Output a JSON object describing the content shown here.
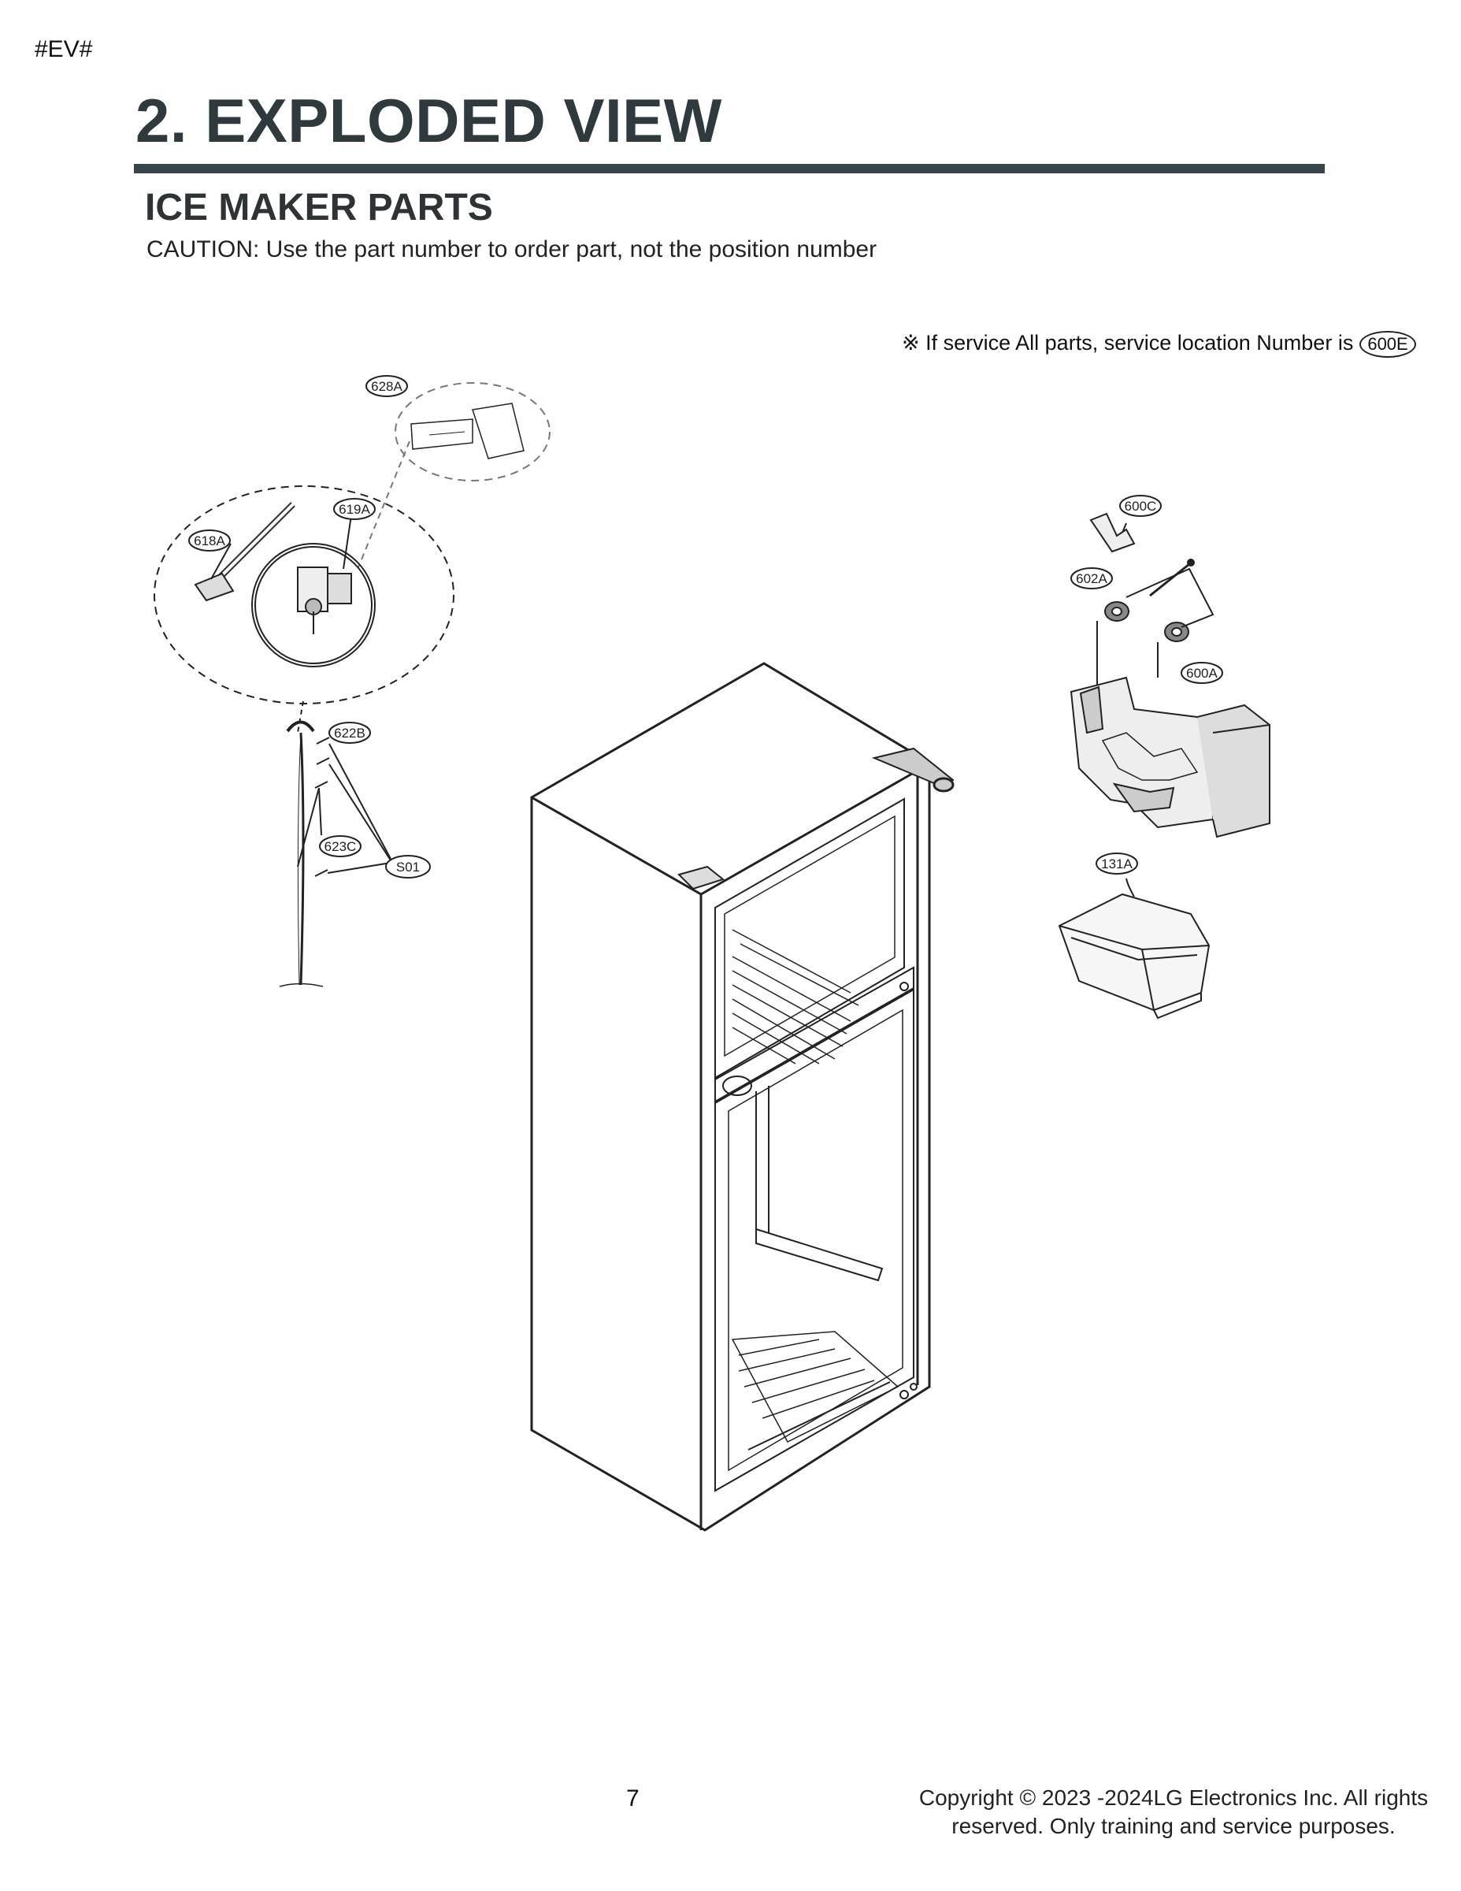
{
  "header": {
    "tag": "#EV#",
    "title": "2. EXPLODED VIEW"
  },
  "section": {
    "heading": "ICE MAKER PARTS",
    "caution": "CAUTION: Use the part number to order part, not the position number"
  },
  "service_note": {
    "text": "※ If service All  parts, service location Number is",
    "location_number": "600E"
  },
  "callouts": {
    "c628A": "628A",
    "c619A": "619A",
    "c618A": "618A",
    "c622B": "622B",
    "c623C": "623C",
    "cS01": "S01",
    "c600C": "600C",
    "c602A": "602A",
    "c600A": "600A",
    "c131A": "131A"
  },
  "footer": {
    "page_number": "7",
    "copyright_line1": "Copyright © 2023 -2024LG Electronics Inc. All rights",
    "copyright_line2": "reserved. Only training and service purposes."
  }
}
